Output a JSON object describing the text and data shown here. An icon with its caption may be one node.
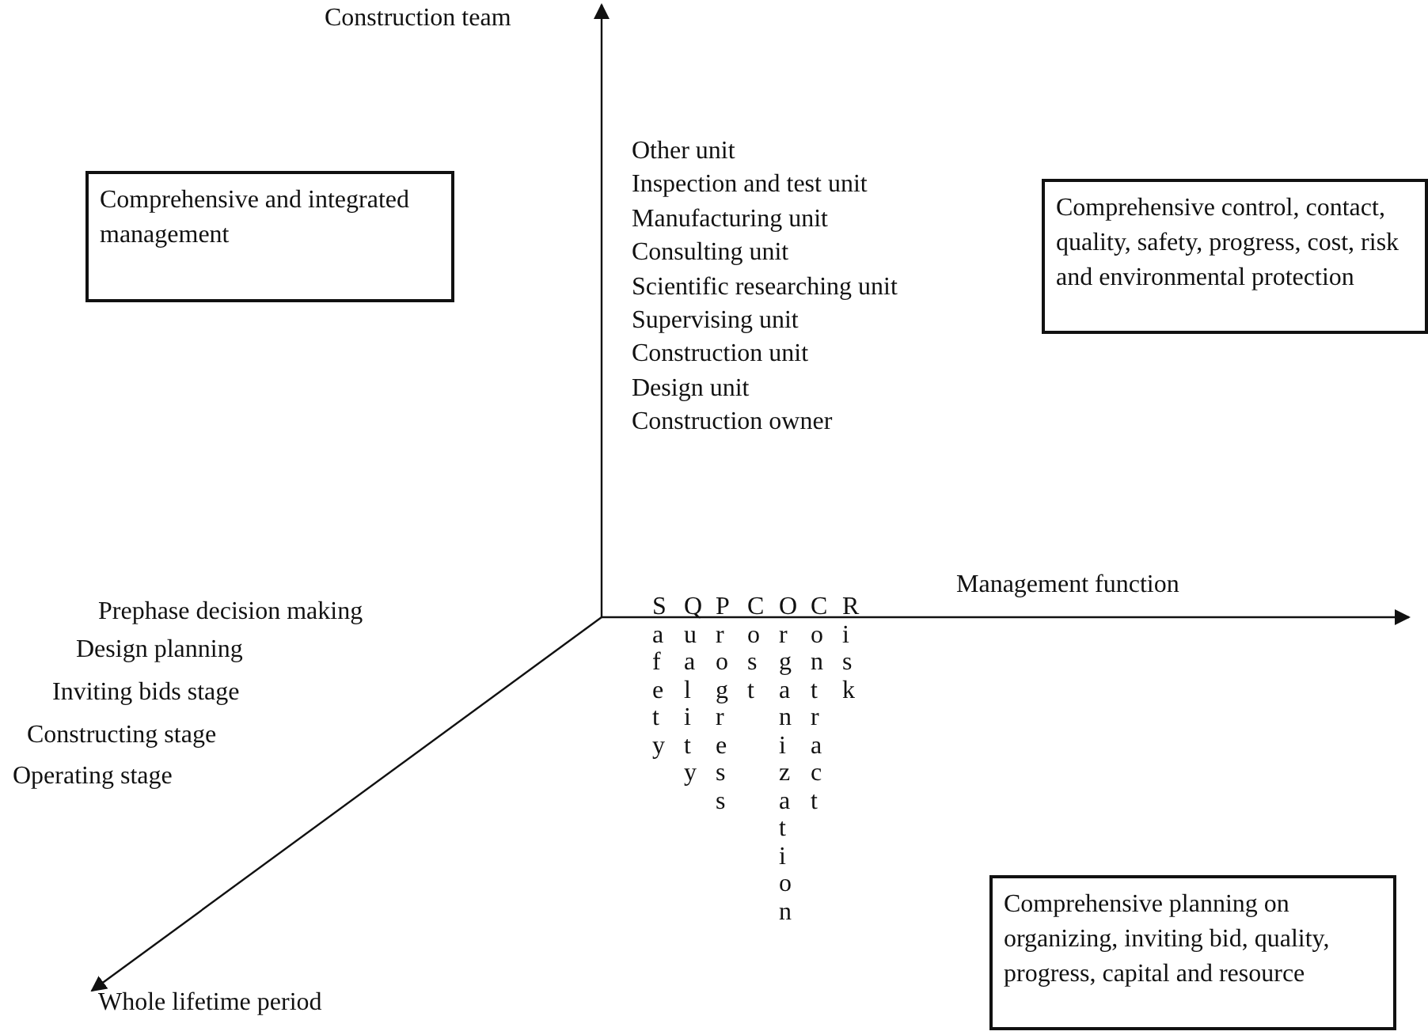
{
  "diagram": {
    "nodes": [
      {
        "text": [
          "Comprehensive and integrated management"
        ]
      },
      {
        "text": [
          "Comprehensive control, contact, quality, safety, progress, cost, risk and environmental protection"
        ]
      },
      {
        "text": [
          "Comprehensive planning on organizing, inviting bid, quality, progress, capital and resource"
        ]
      }
    ],
    "labels": [
      "Construction team",
      "Other unit",
      "Inspection and test unit",
      "Manufacturing unit",
      "Consulting unit",
      "Scientific researching unit",
      "Supervising unit",
      "Construction unit",
      "Design unit",
      "Construction owner",
      "Management function",
      "Prephase decision making",
      "Design planning",
      "Inviting bids stage",
      "Constructing stage",
      "Operating stage",
      "Safety",
      "Quality",
      "Progress",
      "Cost",
      "Organization",
      "Contract",
      "Risk",
      "Whole lifetime period"
    ]
  }
}
